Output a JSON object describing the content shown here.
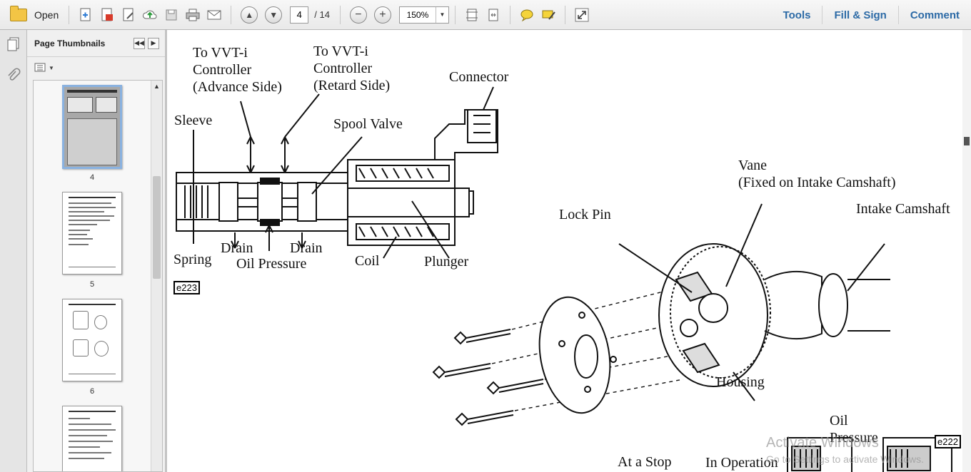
{
  "toolbar": {
    "open_label": "Open",
    "current_page": "4",
    "total_pages": "/ 14",
    "zoom": "150%",
    "menu": [
      "Tools",
      "Fill & Sign",
      "Comment"
    ]
  },
  "panel": {
    "title": "Page Thumbnails"
  },
  "thumbnails": [
    {
      "page": "4",
      "selected": true
    },
    {
      "page": "5",
      "selected": false
    },
    {
      "page": "6",
      "selected": false
    }
  ],
  "diagram1": {
    "to_vvti_advance": [
      "To VVT-i",
      "Controller",
      "(Advance Side)"
    ],
    "to_vvti_retard": [
      "To VVT-i",
      "Controller",
      "(Retard Side)"
    ],
    "connector": "Connector",
    "sleeve": "Sleeve",
    "spool_valve": "Spool Valve",
    "spring": "Spring",
    "drain_left": "Drain",
    "drain_right": "Drain",
    "oil_pressure": "Oil Pressure",
    "coil": "Coil",
    "plunger": "Plunger",
    "code": "e223"
  },
  "diagram2": {
    "vane": [
      "Vane",
      "(Fixed on Intake Camshaft)"
    ],
    "intake_camshaft": "Intake Camshaft",
    "lock_pin": "Lock Pin",
    "housing": "Housing",
    "oil_pressure": [
      "Oil",
      "Pressure"
    ],
    "at_a_stop": "At a Stop",
    "in_operation": "In Operation",
    "code": "e222"
  },
  "watermark": {
    "title": "Activate Windows",
    "subtitle": "Go to Settings to activate Windows."
  }
}
